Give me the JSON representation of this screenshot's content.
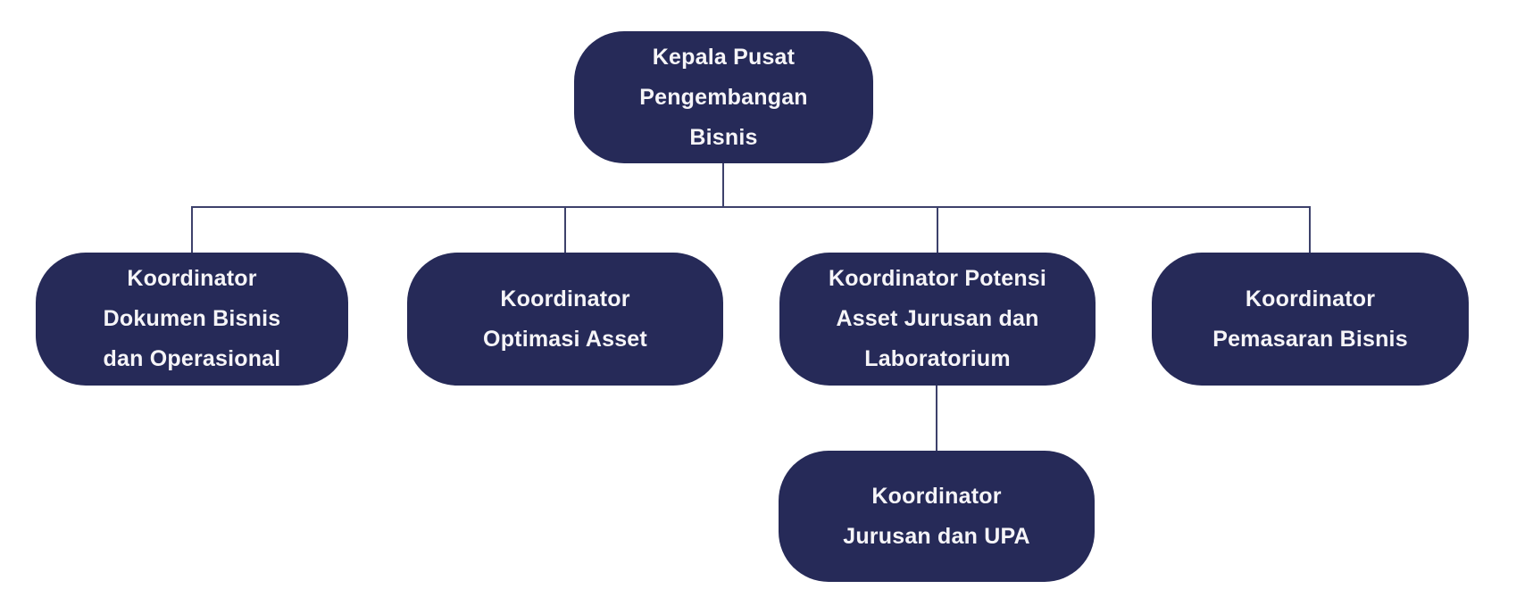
{
  "diagram": {
    "type": "org-chart",
    "background_color": "#ffffff",
    "node_fill_color": "#262a58",
    "node_text_color": "#f6f5f8",
    "connector_color": "#3d416b",
    "nodes": {
      "root": {
        "id": "kepala-pusat-pengembangan-bisnis",
        "label": "Kepala Pusat Pengembangan Bisnis",
        "lines": [
          "Kepala Pusat",
          "Pengembangan",
          "Bisnis"
        ]
      },
      "child1": {
        "id": "koordinator-dokumen-bisnis-dan-operasional",
        "label": "Koordinator Dokumen Bisnis dan Operasional",
        "lines": [
          "Koordinator",
          "Dokumen Bisnis",
          "dan Operasional"
        ]
      },
      "child2": {
        "id": "koordinator-optimasi-asset",
        "label": "Koordinator Optimasi Asset",
        "lines": [
          "Koordinator",
          "Optimasi Asset"
        ]
      },
      "child3": {
        "id": "koordinator-potensi-asset-jurusan-dan-laboratorium",
        "label": "Koordinator Potensi Asset Jurusan dan Laboratorium",
        "lines": [
          "Koordinator Potensi",
          "Asset Jurusan dan",
          "Laboratorium"
        ]
      },
      "child4": {
        "id": "koordinator-pemasaran-bisnis",
        "label": "Koordinator Pemasaran Bisnis",
        "lines": [
          "Koordinator",
          "Pemasaran Bisnis"
        ]
      },
      "grandchild1": {
        "id": "koordinator-jurusan-dan-upa",
        "label": "Koordinator Jurusan dan UPA",
        "lines": [
          "Koordinator",
          "Jurusan dan UPA"
        ]
      }
    },
    "edges": [
      {
        "from": "kepala-pusat-pengembangan-bisnis",
        "to": "koordinator-dokumen-bisnis-dan-operasional"
      },
      {
        "from": "kepala-pusat-pengembangan-bisnis",
        "to": "koordinator-optimasi-asset"
      },
      {
        "from": "kepala-pusat-pengembangan-bisnis",
        "to": "koordinator-potensi-asset-jurusan-dan-laboratorium"
      },
      {
        "from": "kepala-pusat-pengembangan-bisnis",
        "to": "koordinator-pemasaran-bisnis"
      },
      {
        "from": "koordinator-potensi-asset-jurusan-dan-laboratorium",
        "to": "koordinator-jurusan-dan-upa"
      }
    ]
  }
}
